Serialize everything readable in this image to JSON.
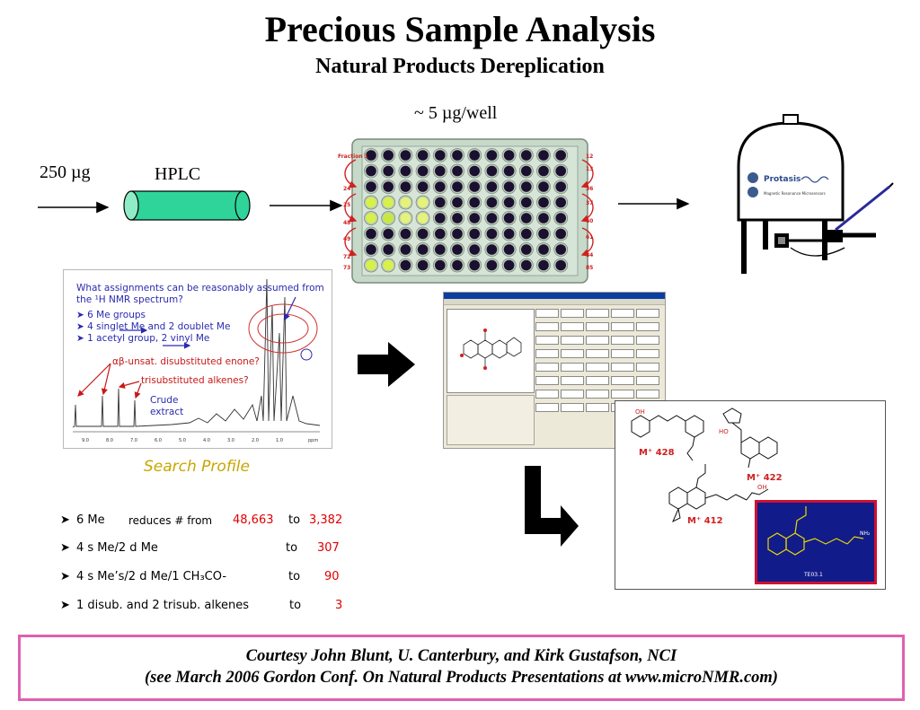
{
  "title": "Precious Sample Analysis",
  "subtitle": "Natural Products Dereplication",
  "workflow": {
    "sample_amount": "250 µg",
    "hplc_label": "HPLC",
    "well_amount": "~ 5 µg/well",
    "fractions_left": [
      "Fraction 1",
      "24",
      "25",
      "48",
      "49",
      "72",
      "73"
    ],
    "fractions_right": [
      "12",
      "13",
      "36",
      "37",
      "60",
      "61",
      "84",
      "85"
    ],
    "instrument_brand": "Protasis",
    "instrument_subtitle": "Magnetic Resonance Microsensors"
  },
  "nmr_panel": {
    "question_line1": "What assignments can be reasonably assumed from",
    "question_line2": "the ¹H NMR spectrum?",
    "bullets": [
      "6 Me groups",
      "4 singlet Me and 2 doublet Me",
      "1 acetyl group, 2 vinyl Me"
    ],
    "enone_note": "αβ-unsat. disubstituted enone?",
    "alkene_note": "trisubstituted alkenes?",
    "crude_line1": "Crude",
    "crude_line2": "extract",
    "axis_ticks": [
      "9.0",
      "8.0",
      "7.0",
      "6.0",
      "5.0",
      "4.0",
      "3.0",
      "2.0",
      "1.0",
      "ppm"
    ]
  },
  "search_profile": "Search Profile",
  "reductions": [
    {
      "criterion": "6 Me",
      "note": "reduces # from",
      "from": "48,663",
      "to_label": "to",
      "to": "3,382"
    },
    {
      "criterion": "4 s Me/2 d Me",
      "to_label": "to",
      "to": "307"
    },
    {
      "criterion": "4 s Me’s/2 d Me/1 CH₃CO-",
      "to_label": "to",
      "to": "90"
    },
    {
      "criterion": "1 disub. and 2 trisub. alkenes",
      "to_label": "to",
      "to": "3"
    }
  ],
  "structures": {
    "hits": [
      "M⁺ 428",
      "M⁺ 422",
      "M⁺ 412"
    ],
    "inset_label": "TE03.1",
    "nh2_label": "NH₂"
  },
  "footer": {
    "line1": "Courtesy John Blunt, U. Canterbury, and Kirk Gustafson, NCI",
    "line2": "(see March 2006 Gordon Conf. On Natural Products Presentations at www.microNMR.com)"
  },
  "colors": {
    "hplc_column": "#2fd49a",
    "red_values": "#e00000",
    "nmr_text": "#2a2ab0",
    "footer_border": "#e060b0",
    "inset_bg": "#121b8a",
    "inset_border": "#d01030"
  }
}
